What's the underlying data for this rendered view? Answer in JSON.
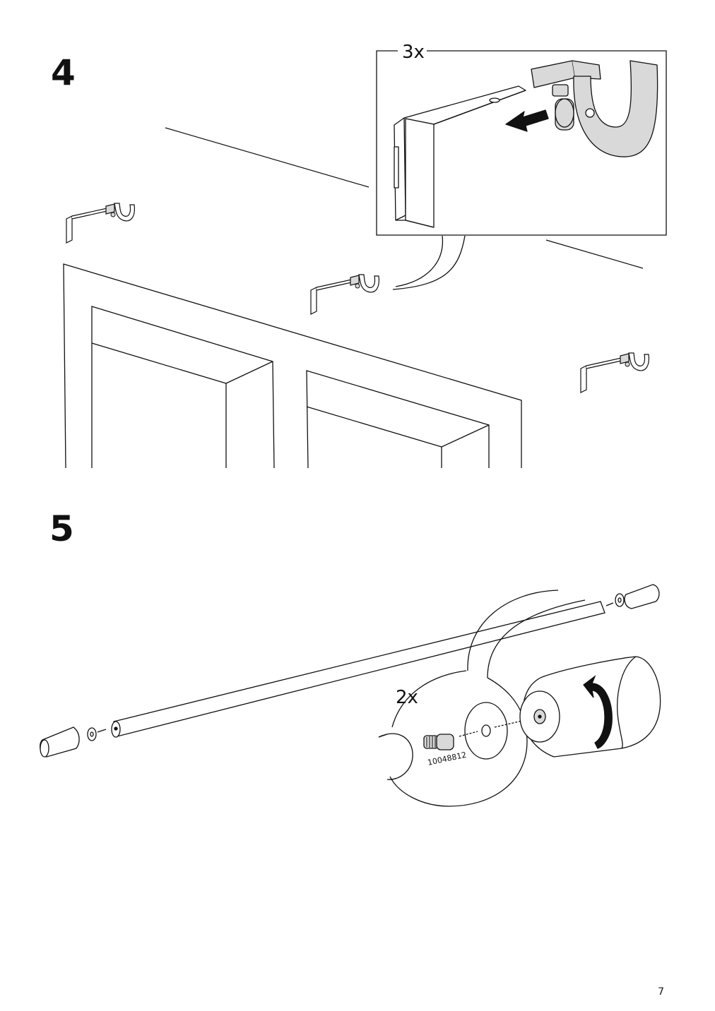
{
  "steps": [
    {
      "number": "4",
      "quantity": "3x"
    },
    {
      "number": "5",
      "quantity": "2x",
      "part_number": "10048812"
    }
  ],
  "page_number": "7",
  "colors": {
    "line": "#111111",
    "part_fill": "#d9d9d9",
    "background": "#ffffff"
  },
  "icons": {
    "arrow": "push-arrow-icon",
    "rotate": "rotate-arrow-icon"
  }
}
